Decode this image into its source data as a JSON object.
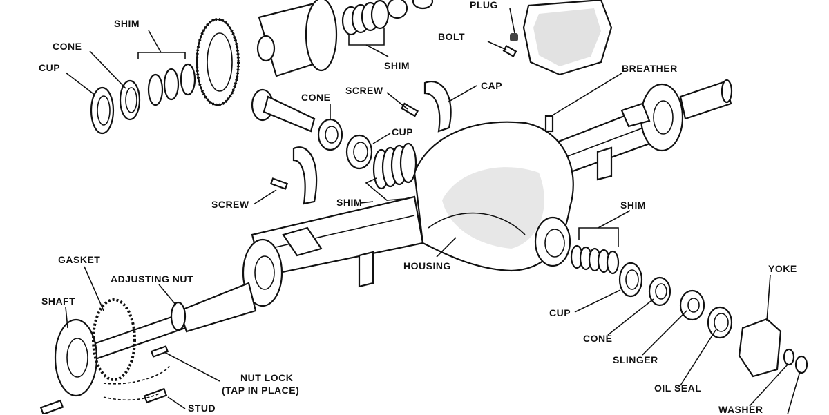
{
  "labels": {
    "plug": "PLUG",
    "bolt": "BOLT",
    "breather": "BREATHER",
    "shim_top_left": "SHIM",
    "cone_top_left": "CONE",
    "cup_top_left": "CUP",
    "shim_top_middle": "SHIM",
    "cone_middle": "CONE",
    "screw_upper": "SCREW",
    "cap": "CAP",
    "cup_middle": "CUP",
    "screw_lower": "SCREW",
    "shim_center": "SHIM",
    "shim_right": "SHIM",
    "housing": "HOUSING",
    "yoke": "YOKE",
    "cup_right": "CUP",
    "cone_right": "CONE",
    "slinger": "SLINGER",
    "oil_seal": "OIL SEAL",
    "washer": "WASHER",
    "gasket": "GASKET",
    "adjusting_nut": "ADJUSTING NUT",
    "shaft": "SHAFT",
    "nut_lock_line1": "NUT LOCK",
    "nut_lock_line2": "(TAP IN PLACE)",
    "stud": "STUD"
  },
  "colors": {
    "ink": "#111111",
    "paper": "#ffffff",
    "shade": "#cfcfcf"
  }
}
